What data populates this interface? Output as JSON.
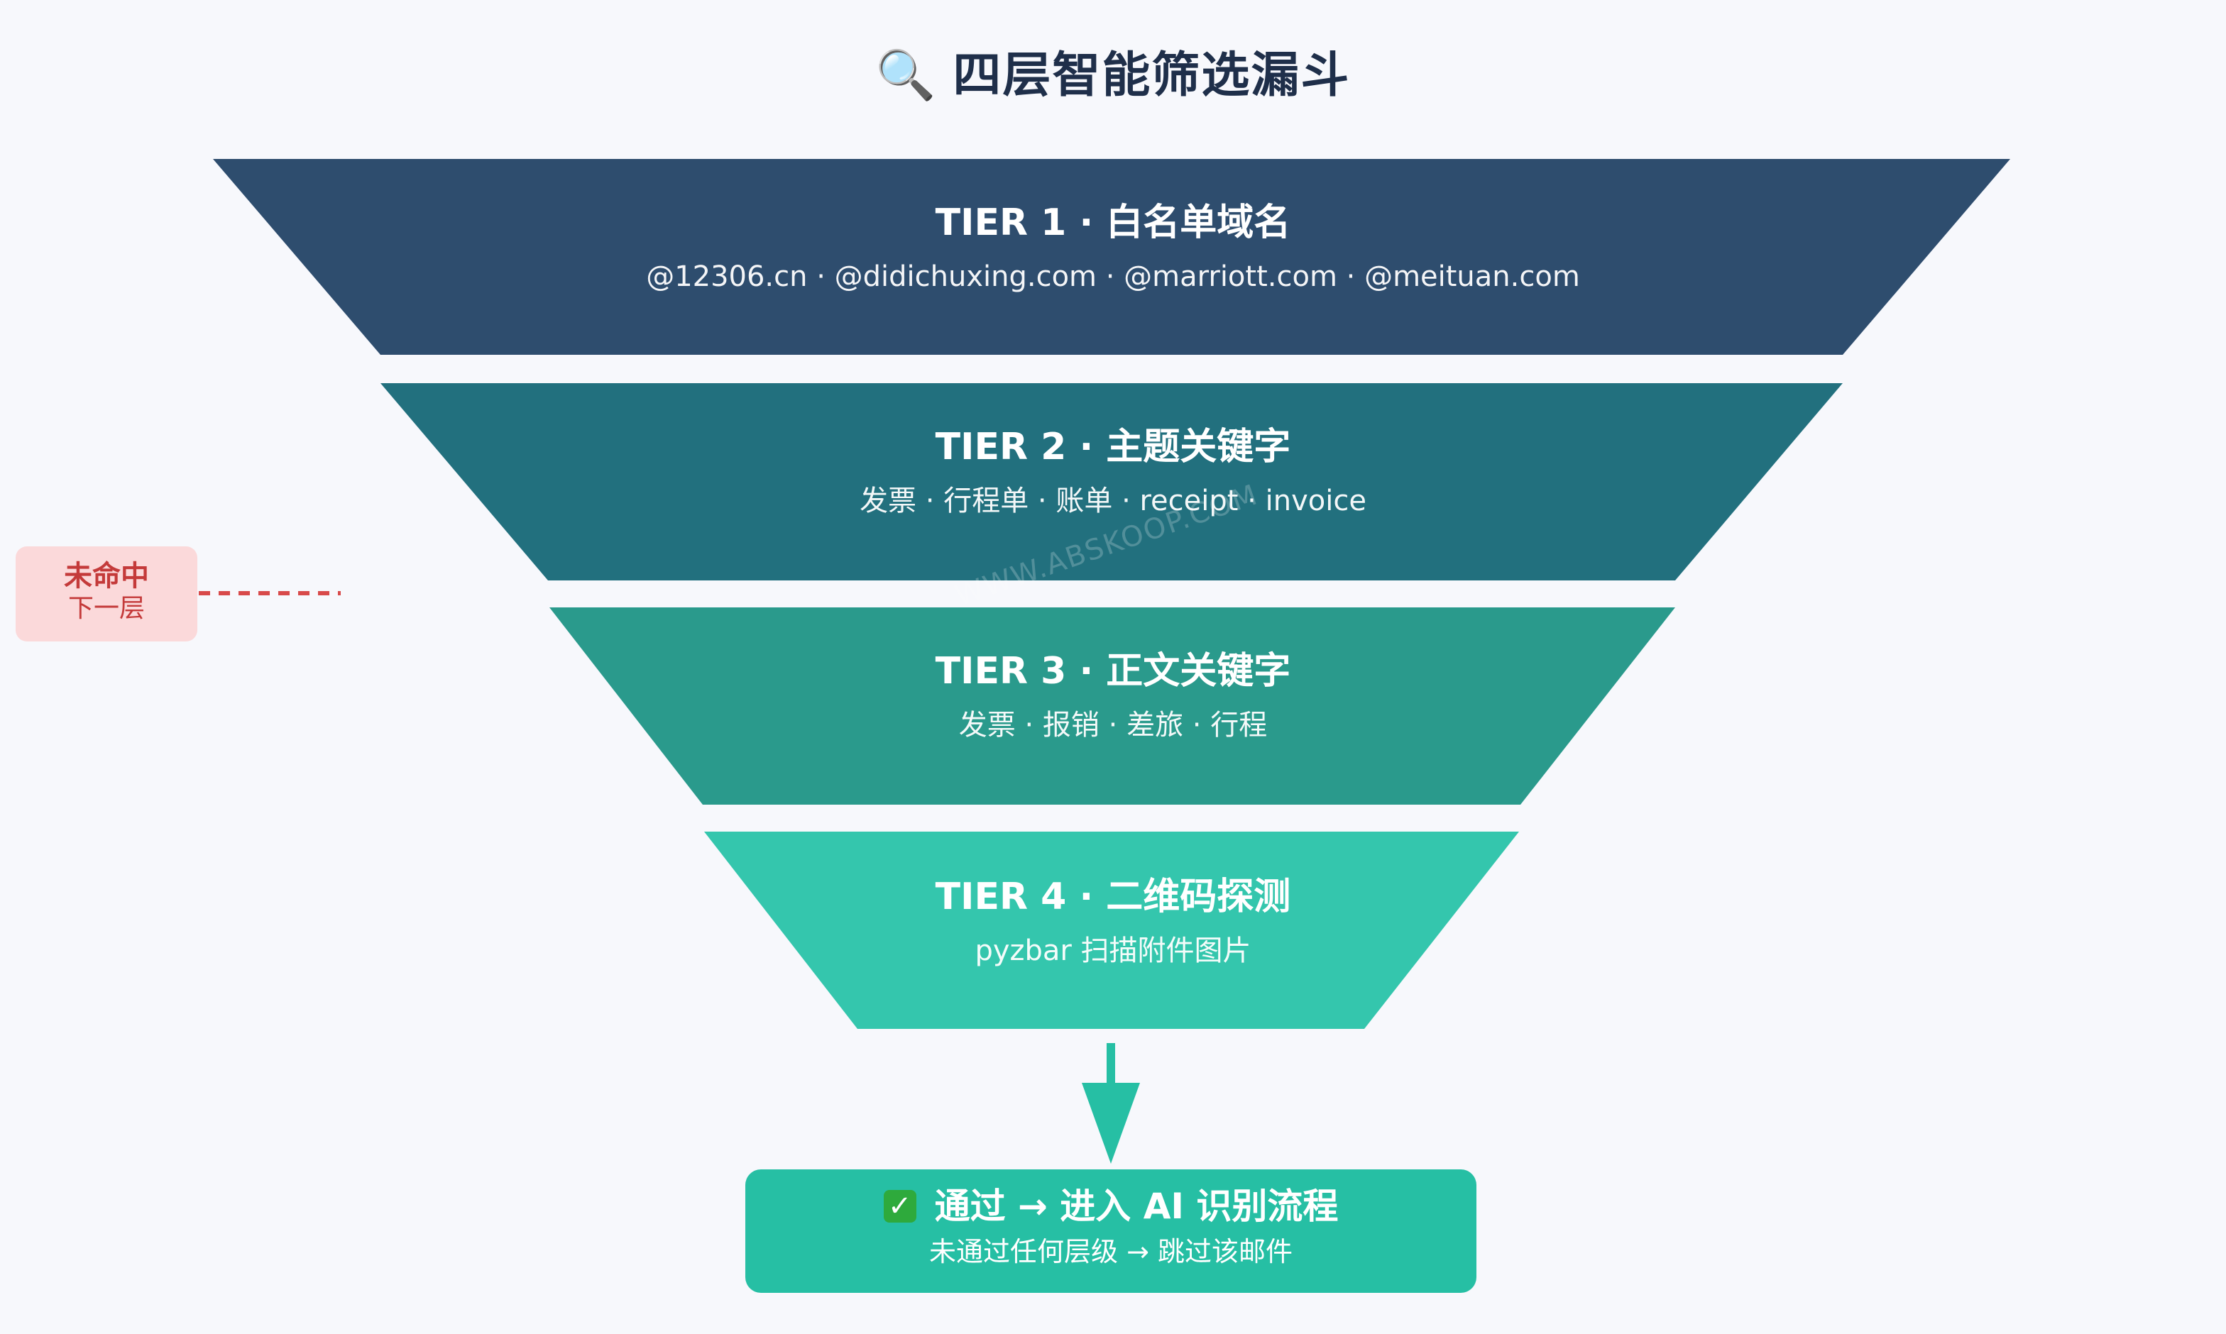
{
  "title": "四层智能筛选漏斗",
  "title_icon": "magnifier-icon",
  "tiers": [
    {
      "title": "TIER 1 · 白名单域名",
      "sub": "@12306.cn · @didichuxing.com · @marriott.com · @meituan.com",
      "color": "#2e4d6e"
    },
    {
      "title": "TIER 2 · 主题关键字",
      "sub": "发票 · 行程单 · 账单 · receipt · invoice",
      "color": "#22707e"
    },
    {
      "title": "TIER 3 · 正文关键字",
      "sub": "发票 · 报销 · 差旅 · 行程",
      "color": "#2a9a8c"
    },
    {
      "title": "TIER 4 · 二维码探测",
      "sub": "pyzbar 扫描附件图片",
      "color": "#34c6ad"
    }
  ],
  "miss": {
    "title": "未命中",
    "sub": "下一层",
    "color": "#d84a4a"
  },
  "watermark": "WWW.ABSKOOP.COM",
  "result": {
    "icon": "check-icon",
    "title": "通过 → 进入 AI 识别流程",
    "sub": "未通过任何层级 → 跳过该邮件",
    "arrow_color": "#26bfa4"
  }
}
